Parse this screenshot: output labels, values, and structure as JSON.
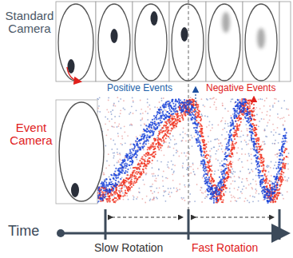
{
  "diagram": {
    "labels": [
      "Standard Camera",
      "Positive Events",
      "Negative Events",
      "Event Camera",
      "Time",
      "Slow Rotation",
      "Fast Rotation"
    ]
  }
}
